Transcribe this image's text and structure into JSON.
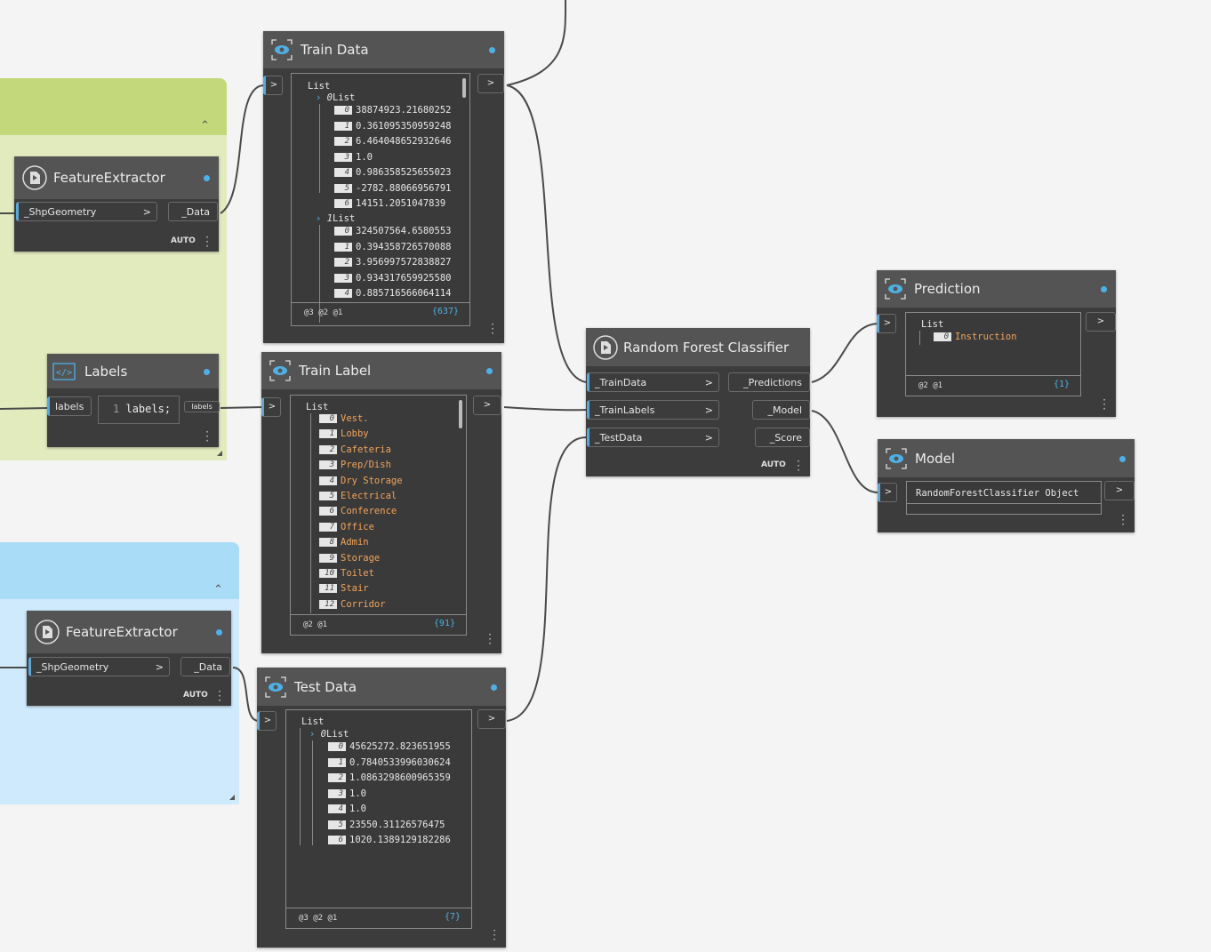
{
  "colors": {
    "accent": "#4fb0e6",
    "node_bg": "#3c3c3c",
    "node_header": "#545454",
    "group_green": "#c2d87a",
    "group_blue": "#a9dcf7",
    "string_value": "#f2a45a"
  },
  "train_data": {
    "title": "Train Data",
    "list_label": "List",
    "sub0_label": "List",
    "sub0_index": "0",
    "sub0_items": [
      {
        "i": "0",
        "v": "38874923.21680252"
      },
      {
        "i": "1",
        "v": "0.361095350959248 "
      },
      {
        "i": "2",
        "v": "6.464048652932646"
      },
      {
        "i": "3",
        "v": "1.0"
      },
      {
        "i": "4",
        "v": "0.986358525655023 "
      },
      {
        "i": "5",
        "v": "-2782.88066956791 "
      },
      {
        "i": "6",
        "v": "14151.2051047839 "
      }
    ],
    "sub1_label": "List",
    "sub1_index": "1",
    "sub1_items": [
      {
        "i": "0",
        "v": "324507564.6580553"
      },
      {
        "i": "1",
        "v": "0.394358726570088 "
      },
      {
        "i": "2",
        "v": "3.956997572838827 "
      },
      {
        "i": "3",
        "v": "0.934317659925580 "
      },
      {
        "i": "4",
        "v": "0.885716566064114 "
      }
    ],
    "levels": "@3 @2 @1",
    "count": "{637}"
  },
  "feature_extractor_1": {
    "title": "FeatureExtractor",
    "input": "_ShpGeometry",
    "output": "_Data",
    "lacing": "AUTO"
  },
  "feature_extractor_2": {
    "title": "FeatureExtractor",
    "input": "_ShpGeometry",
    "output": "_Data",
    "lacing": "AUTO"
  },
  "labels_node": {
    "title": "Labels",
    "input": "labels",
    "line_number": "1",
    "code": "labels;",
    "output": "labels"
  },
  "train_label": {
    "title": "Train Label",
    "list_label": "List",
    "items": [
      {
        "i": "0",
        "v": "Vest."
      },
      {
        "i": "1",
        "v": "Lobby"
      },
      {
        "i": "2",
        "v": "Cafeteria"
      },
      {
        "i": "3",
        "v": "Prep/Dish"
      },
      {
        "i": "4",
        "v": "Dry Storage"
      },
      {
        "i": "5",
        "v": "Electrical"
      },
      {
        "i": "6",
        "v": "Conference"
      },
      {
        "i": "7",
        "v": "Office"
      },
      {
        "i": "8",
        "v": "Admin"
      },
      {
        "i": "9",
        "v": "Storage"
      },
      {
        "i": "10",
        "v": "Toilet"
      },
      {
        "i": "11",
        "v": "Stair"
      },
      {
        "i": "12",
        "v": "Corridor"
      }
    ],
    "levels": "@2 @1",
    "count": "{91}"
  },
  "test_data": {
    "title": "Test Data",
    "list_label": "List",
    "sub0_label": "List",
    "sub0_index": "0",
    "items": [
      {
        "i": "0",
        "v": "45625272.823651955"
      },
      {
        "i": "1",
        "v": "0.7840533996030624"
      },
      {
        "i": "2",
        "v": "1.0863298600965359"
      },
      {
        "i": "3",
        "v": "1.0"
      },
      {
        "i": "4",
        "v": "1.0"
      },
      {
        "i": "5",
        "v": "23550.31126576475"
      },
      {
        "i": "6",
        "v": "1020.1389129182286"
      }
    ],
    "levels": "@3 @2 @1",
    "count": "{7}"
  },
  "rfc": {
    "title": "Random Forest Classifier",
    "inputs": [
      "_TrainData",
      "_TrainLabels",
      "_TestData"
    ],
    "outputs": [
      "_Predictions",
      "_Model",
      "_Score"
    ],
    "lacing": "AUTO"
  },
  "prediction": {
    "title": "Prediction",
    "list_label": "List",
    "item_index": "0",
    "item_value": "Instruction",
    "levels": "@2 @1",
    "count": "{1}"
  },
  "model": {
    "title": "Model",
    "value": "RandomForestClassifier Object"
  },
  "port_arrow": ">"
}
